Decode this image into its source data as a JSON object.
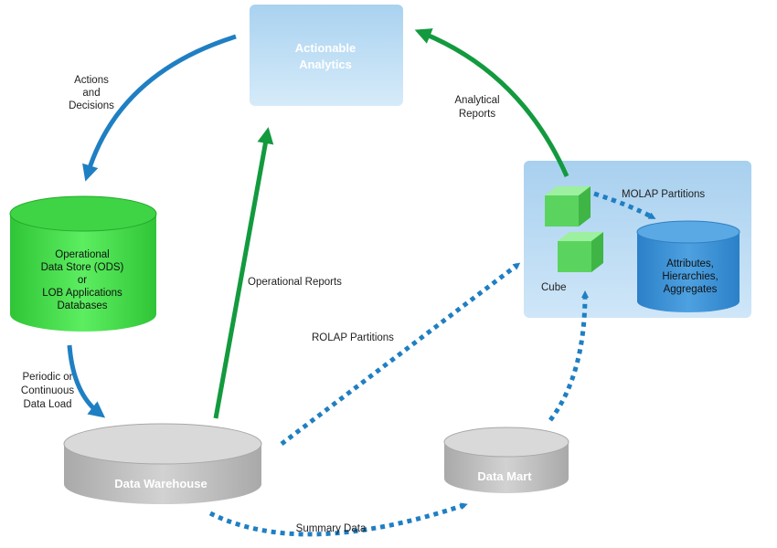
{
  "nodes": {
    "analytics": [
      "Actionable",
      "Analytics"
    ],
    "ods": [
      "Operational",
      "Data Store (ODS)",
      "or",
      "LOB Applications",
      "Databases"
    ],
    "warehouse": "Data Warehouse",
    "datamart": "Data Mart",
    "cube": "Cube",
    "attributes": [
      "Attributes,",
      "Hierarchies,",
      "Aggregates"
    ]
  },
  "edges": {
    "actions_decisions": [
      "Actions",
      "and",
      "Decisions"
    ],
    "analytical_reports": [
      "Analytical",
      "Reports"
    ],
    "molap": "MOLAP Partitions",
    "operational_reports": "Operational Reports",
    "rolap": "ROLAP Partitions",
    "data_load": [
      "Periodic or",
      "Continuous",
      "Data Load"
    ],
    "summary": "Summary Data"
  },
  "colors": {
    "blue_arrow": "#1f7fc3",
    "green_arrow": "#139a3e",
    "analytics_box": "#b9dcf3",
    "analytics_text": "#ffffff",
    "olap_panel": "#bcdcf3",
    "ods_green": "#49de4d",
    "warehouse_gray": "#c4c4c4",
    "cube_green": "#66d96a",
    "attr_blue": "#3b8fd3"
  }
}
